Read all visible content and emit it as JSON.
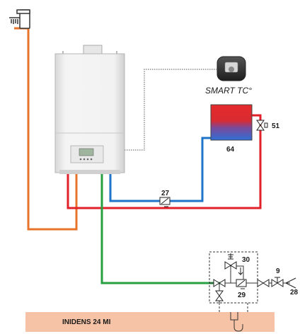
{
  "thermostat": {
    "name": "SMART TC°"
  },
  "components": {
    "buffer_tank": "64",
    "valve_51": "51",
    "filter_27": "27",
    "valve_30": "30",
    "filter_29": "29",
    "valve_9": "9",
    "valve_28": "28"
  },
  "product_bar": {
    "title": "INIDENS 24 MI"
  },
  "colors": {
    "hot_water_line": "#e8742c",
    "heating_flow": "#e2202a",
    "heating_return": "#1e74c8",
    "cold_water_feed": "#27a041",
    "floor_band": "#f6c3a6",
    "signal_line": "#555555",
    "tank_hot": "#e52b2b",
    "tank_cold": "#2f6fd6"
  },
  "icons": [
    "shower-icon",
    "thermostat-icon",
    "boiler-display-icon",
    "drain-trap-icon"
  ]
}
